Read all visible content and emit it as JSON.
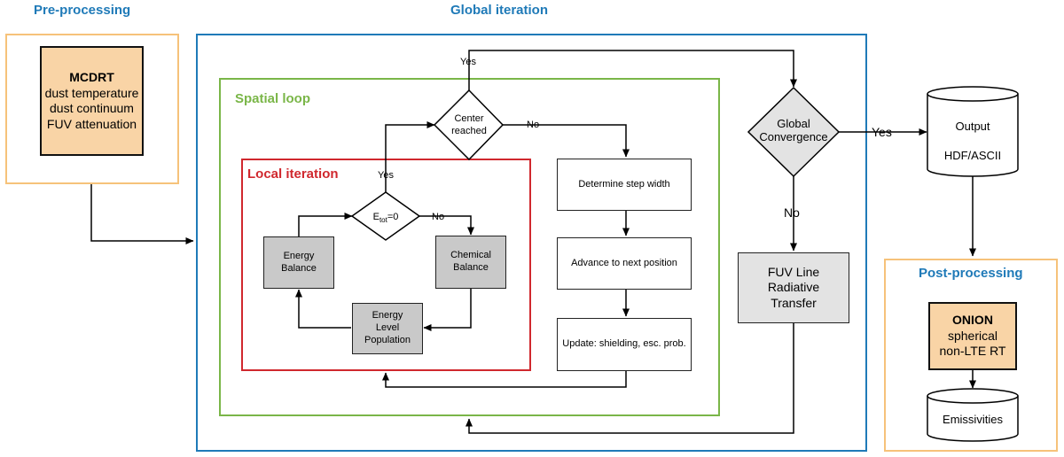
{
  "sections": {
    "pre_processing": "Pre-processing",
    "global_iteration": "Global iteration",
    "post_processing": "Post-processing"
  },
  "loops": {
    "spatial_loop": "Spatial loop",
    "local_iteration": "Local iteration"
  },
  "mcdrt": {
    "title": "MCDRT",
    "line1": "dust temperature",
    "line2": "dust continuum",
    "line3": "FUV attenuation"
  },
  "decisions": {
    "center_line1": "Center",
    "center_line2": "reached",
    "etot_base": "E",
    "etot_sub": "tot",
    "etot_rest": "=0",
    "global_line1": "Global",
    "global_line2": "Convergence"
  },
  "local_boxes": {
    "energy_balance_1": "Energy",
    "energy_balance_2": "Balance",
    "chemical_balance_1": "Chemical",
    "chemical_balance_2": "Balance",
    "level_pop_1": "Energy",
    "level_pop_2": "Level",
    "level_pop_3": "Population"
  },
  "steps": {
    "step_width": "Determine step width",
    "advance": "Advance to next position",
    "update": "Update: shielding, esc. prob."
  },
  "fuv": {
    "line1": "FUV Line",
    "line2": "Radiative",
    "line3": "Transfer"
  },
  "output": {
    "line1": "Output",
    "line2": "HDF/ASCII"
  },
  "onion": {
    "title": "ONION",
    "line1": "spherical",
    "line2": "non-LTE RT"
  },
  "emissivities": "Emissivities",
  "arrow_labels": {
    "yes": "Yes",
    "no": "No"
  },
  "colors": {
    "orange_frame": "#f6c27a",
    "blue_frame": "#1f7ab8",
    "green_frame": "#7ab648",
    "red_frame": "#d0282e",
    "orange_fill": "#f9d4a6",
    "gray_fill": "#c9c9c9",
    "light_gray_fill": "#e3e3e3"
  }
}
